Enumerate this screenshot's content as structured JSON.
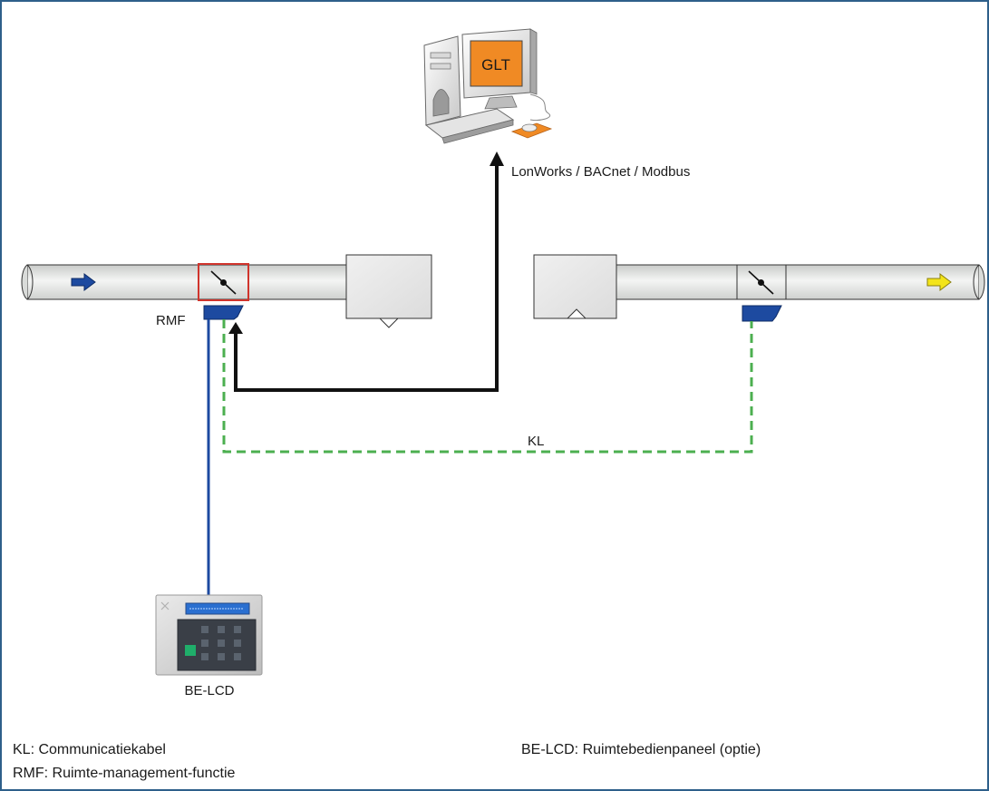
{
  "computer": {
    "screen_label": "GLT",
    "protocol_label": "LonWorks / BACnet / Modbus"
  },
  "duct": {
    "rmf_label": "RMF"
  },
  "cable": {
    "kl_label": "KL"
  },
  "panel": {
    "label": "BE-LCD"
  },
  "legend": {
    "kl_text": "KL: Communicatiekabel",
    "rmf_text": "RMF: Ruimte-management-functie",
    "be_lcd_text": "BE-LCD: Ruimtebedienpaneel (optie)"
  },
  "colors": {
    "frame_border": "#2e5f8a",
    "duct_fill": "#e9ebe9",
    "controller_blue": "#1d4aa0",
    "supply_arrow": "#1d4aa0",
    "exhaust_arrow": "#f3e41a",
    "rmf_highlight": "#d0342c",
    "data_line": "#111111",
    "comm_cable": "#4caf50",
    "panel_cable": "#1d4aa0",
    "screen_orange": "#f08a24"
  }
}
